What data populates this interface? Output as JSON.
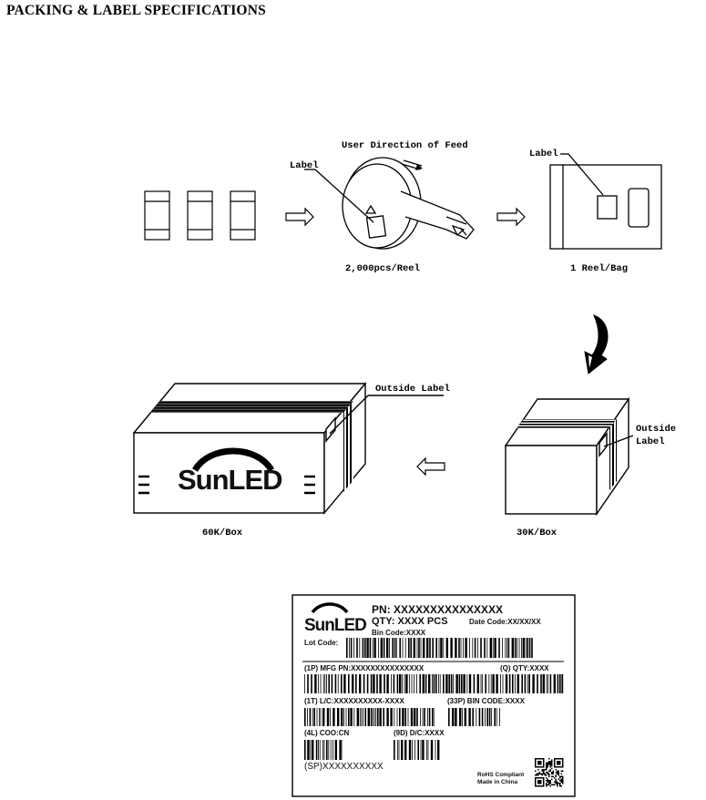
{
  "title": "PACKING & LABEL SPECIFICATIONS",
  "diagram": {
    "feed_direction": "User Direction of Feed",
    "reel_label": "Label",
    "reel_caption": "2,000pcs/Reel",
    "bag_label": "Label",
    "bag_caption": "1 Reel/Bag",
    "big_box_outside_label": "Outside Label",
    "big_box_caption": "60K/Box",
    "small_box_outside_label_line1": "Outside",
    "small_box_outside_label_line2": "Label",
    "small_box_caption": "30K/Box",
    "brand": "SunLED"
  },
  "label_sample": {
    "brand": "SunLED",
    "pn": "PN: XXXXXXXXXXXXXXX",
    "qty": "QTY: XXXX PCS",
    "date_code": "Date Code:XX/XX/XX",
    "bin_code": "Bin Code:XXXX",
    "lot_code": "Lot Code:",
    "mfg_pn": "(1P) MFG PN:XXXXXXXXXXXXXXX",
    "q_qty": "(Q) QTY:XXXX",
    "lc": "(1T) L/C:XXXXXXXXXX-XXXX",
    "bin_code_33p": "(33P) BIN CODE:XXXX",
    "coo": "(4L) COO:CN",
    "dc": "(9D) D/C:XXXX",
    "sp": "(SP)XXXXXXXXXX",
    "rohs": "RoHS Compliant",
    "made_in": "Made in China"
  }
}
